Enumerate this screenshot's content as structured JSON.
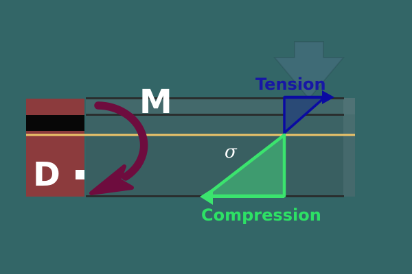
{
  "diagram": {
    "labels": {
      "moment": "M",
      "section": "D",
      "tension": "Tension",
      "compression": "Compression",
      "sigma": "σ"
    },
    "colors": {
      "background": "#336667",
      "beam_body": "#3C6365",
      "beam_edge_line": "#2A2E2E",
      "neutral_axis": "#EDC469",
      "support_block": "#8C3B3D",
      "support_stripe": "#070707",
      "load_arrow": "#3F6B76",
      "moment_arrow": "#6E0C3E",
      "tension_text": "#1717A5",
      "tension_stroke": "#0A0AA2",
      "tension_fill": "#2A4A76",
      "compression_text": "#2DE165",
      "compression_stroke": "#3BE46E",
      "compression_fill": "#3E9B6F",
      "label_white": "#FFFFFF"
    }
  }
}
